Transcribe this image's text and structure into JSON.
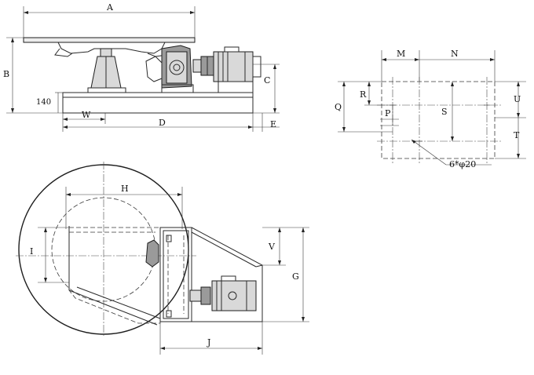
{
  "labels": {
    "A": "A",
    "B": "B",
    "C": "C",
    "D": "D",
    "E": "E",
    "W": "W",
    "dim140": "140",
    "M": "M",
    "N": "N",
    "Q": "Q",
    "R": "R",
    "P": "P",
    "S": "S",
    "U": "U",
    "T": "T",
    "bolts": "6*φ20",
    "H": "H",
    "I": "I",
    "V": "V",
    "G": "G",
    "J": "J"
  }
}
